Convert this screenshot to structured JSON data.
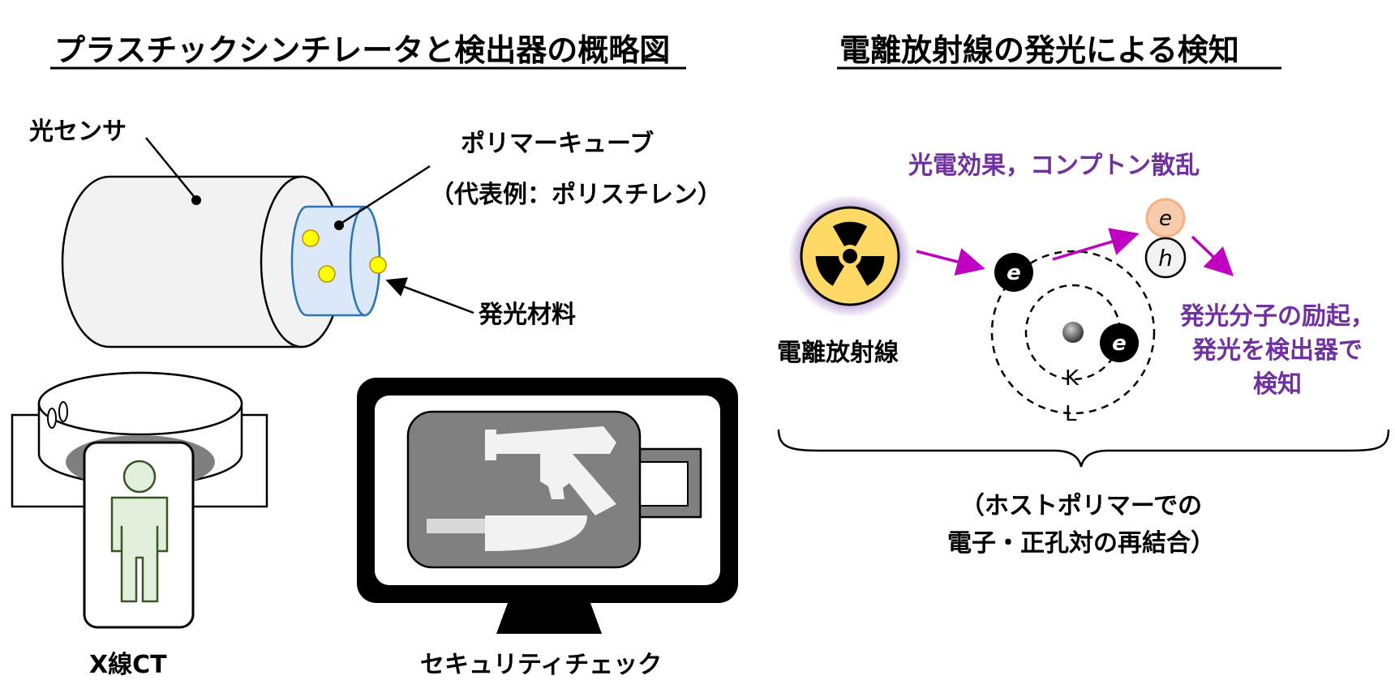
{
  "left_panel": {
    "title": "プラスチックシンチレータと検出器の概略図",
    "light_sensor_label": "光センサ",
    "polymer_cube_label": "ポリマーキューブ",
    "polymer_example_label": "（代表例：ポリスチレン）",
    "luminescent_material_label": "発光材料",
    "xray_ct_label": "X線CT",
    "security_check_label": "セキュリティチェック"
  },
  "right_panel": {
    "title": "電離放射線の発光による検知",
    "effects_label": "光電効果，コンプトン散乱",
    "ionizing_radiation_label": "電離放射線",
    "electron_symbol": "e",
    "hole_symbol": "h",
    "shell_k_label": "K",
    "shell_l_label": "L",
    "excitation_lines": [
      "発光分子の励起，",
      "発光を検出器で",
      "検知"
    ],
    "recombination_lines": [
      "（ホストポリマーでの",
      "電子・正孔対の再結合）"
    ]
  },
  "colors": {
    "purple_text": "#7030a0",
    "magenta_arrow": "#c000c0",
    "radiation_yellow": "#ffd966",
    "cube_fill": "#dae8f7",
    "cube_stroke": "#2e75b6",
    "dot_yellow": "#ffff00",
    "person_fill": "#e2efda",
    "person_stroke": "#375623",
    "screen_gray": "#808080",
    "electron_orange": "#f8cbad"
  }
}
